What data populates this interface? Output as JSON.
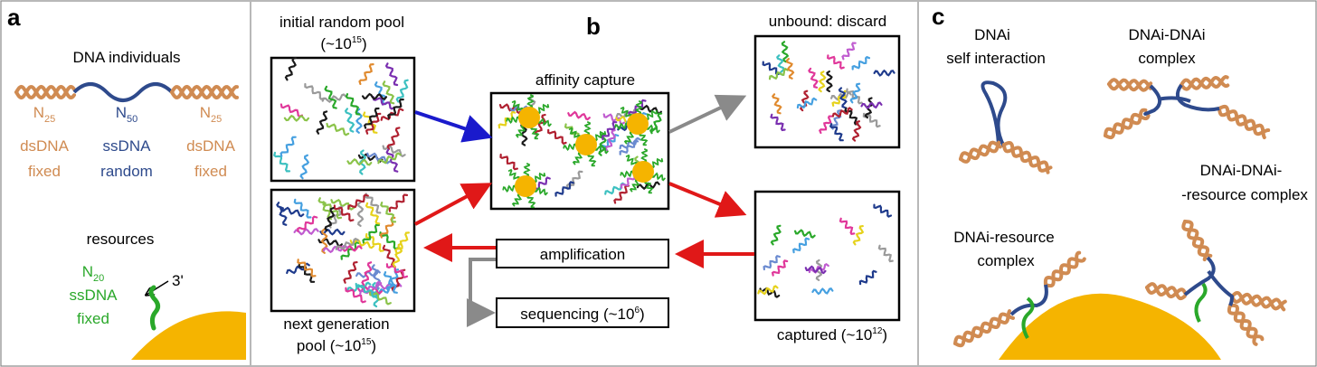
{
  "panel_a": {
    "letter": "a",
    "dna_title": "DNA individuals",
    "left_seg": {
      "n": "N",
      "sub": "25",
      "line2": "dsDNA",
      "line3": "fixed"
    },
    "mid_seg": {
      "n": "N",
      "sub": "50",
      "line2": "ssDNA",
      "line3": "random"
    },
    "right_seg": {
      "n": "N",
      "sub": "25",
      "line2": "dsDNA",
      "line3": "fixed"
    },
    "resources_title": "resources",
    "res_seg": {
      "n": "N",
      "sub": "20",
      "line2": "ssDNA",
      "line3": "fixed"
    },
    "three_prime": "3'"
  },
  "panel_b": {
    "letter": "b",
    "initial_pool": {
      "line1": "initial random pool",
      "line2_pre": "(~10",
      "line2_sup": "15",
      "line2_post": ")"
    },
    "next_pool": {
      "line1": "next generation",
      "line2_pre": "pool (~10",
      "line2_sup": "15",
      "line2_post": ")"
    },
    "affinity": "affinity capture",
    "unbound": "unbound: discard",
    "captured": {
      "pre": "captured  (~10",
      "sup": "12",
      "post": ")"
    },
    "amplification": "amplification",
    "sequencing": {
      "pre": "sequencing (~10",
      "sup": "6",
      "post": ")"
    }
  },
  "panel_c": {
    "letter": "c",
    "self": {
      "line1": "DNAi",
      "line2": "self interaction"
    },
    "complex": {
      "line1": "DNAi-DNAi",
      "line2": "complex"
    },
    "res_complex": {
      "line1": "DNAi-resource",
      "line2": "complex"
    },
    "triple": {
      "line1": "DNAi-DNAi-",
      "line2": "-resource complex"
    }
  },
  "colors": {
    "dsdna": "#d08b52",
    "ssdna": "#2e4a8c",
    "resource_strand": "#2aa82a",
    "bead": "#f5b400",
    "arrow_blue": "#1a1acc",
    "arrow_red": "#e01818",
    "arrow_gray": "#8a8a8a"
  }
}
